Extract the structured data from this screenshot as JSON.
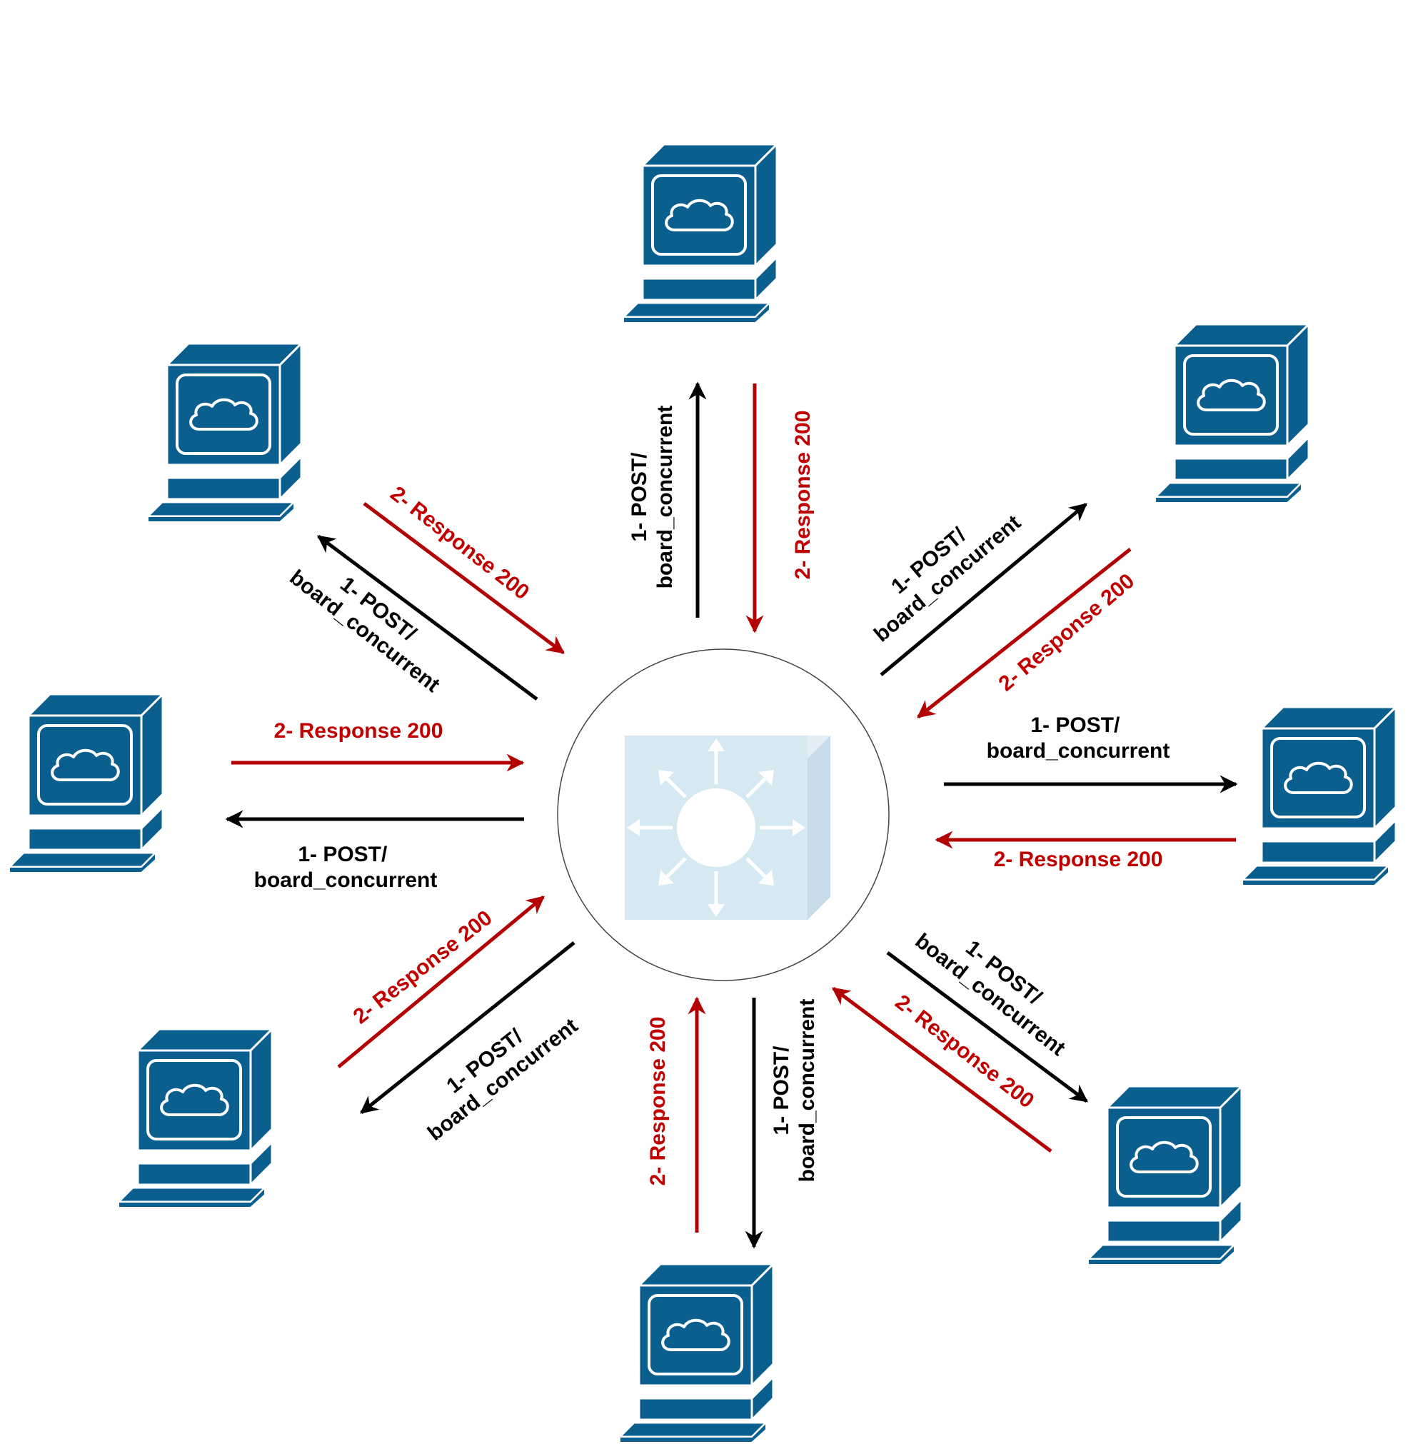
{
  "labels": {
    "request_line1": "1- POST/",
    "request_line2": "board_concurrent",
    "response": "2- Response 200"
  },
  "colors": {
    "request": "#000000",
    "response": "#b30000",
    "computer_fill": "#0b5f8e",
    "switch_fill": "#d6e8f2",
    "switch_glyph": "#ffffff"
  },
  "icons": {
    "client": "computer-icon",
    "hub": "multilayer-switch-icon"
  },
  "clients": [
    {
      "name": "top"
    },
    {
      "name": "top-right"
    },
    {
      "name": "right"
    },
    {
      "name": "bottom-right"
    },
    {
      "name": "bottom"
    },
    {
      "name": "bottom-left"
    },
    {
      "name": "left"
    },
    {
      "name": "top-left"
    }
  ]
}
